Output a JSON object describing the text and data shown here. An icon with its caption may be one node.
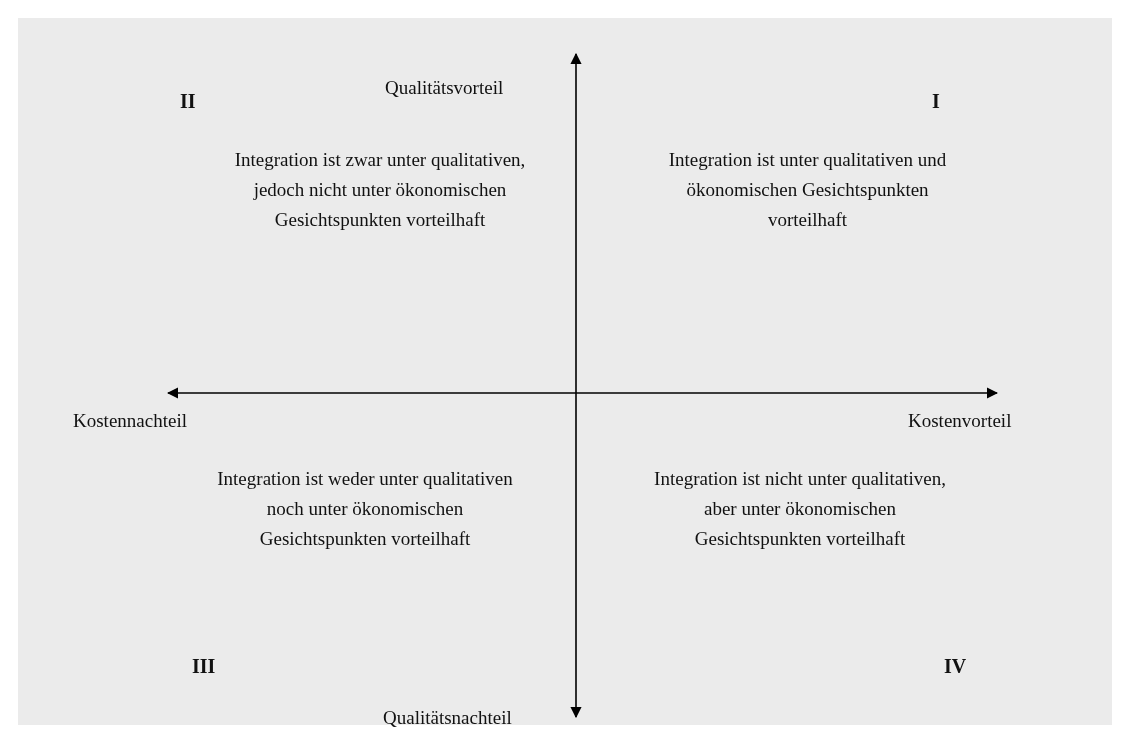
{
  "diagram": {
    "labels": [
      "Qualitätsvorteil",
      "II",
      "I",
      "Integration ist zwar unter qualitativen, jedoch nicht unter ökonomischen Gesichtspunkten vorteilhaft",
      "Integration ist unter qualitativen und ökonomischen Gesichtspunkten vorteilhaft",
      "Kostennachteil",
      "Kostenvorteil",
      "Integration ist weder unter qualitativen noch unter ökonomischen Gesichtspunkten vorteilhaft",
      "Integration ist nicht unter qualitativen, aber unter ökonomischen Gesichtspunkten vorteilhaft",
      "III",
      "IV",
      "Qualitätsnachteil"
    ]
  }
}
